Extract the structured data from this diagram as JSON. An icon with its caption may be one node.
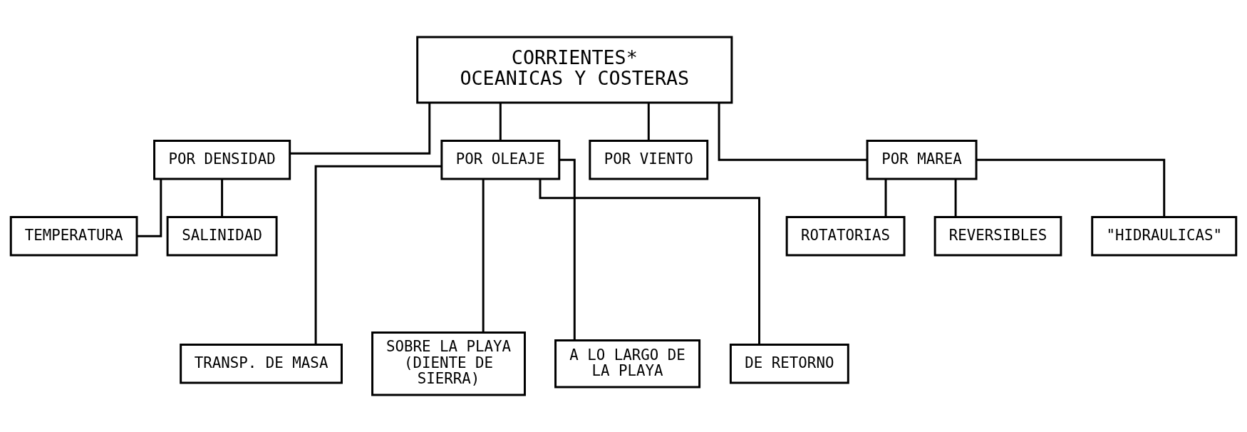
{
  "diagram": {
    "nodes": [
      {
        "text": [
          "CORRIENTES*",
          "OCEANICAS Y COSTERAS"
        ]
      },
      {
        "text": [
          "POR DENSIDAD"
        ]
      },
      {
        "text": [
          "POR OLEAJE"
        ]
      },
      {
        "text": [
          "POR VIENTO"
        ]
      },
      {
        "text": [
          "POR MAREA"
        ]
      },
      {
        "text": [
          "TEMPERATURA"
        ]
      },
      {
        "text": [
          "SALINIDAD"
        ]
      },
      {
        "text": [
          "ROTATORIAS"
        ]
      },
      {
        "text": [
          "REVERSIBLES"
        ]
      },
      {
        "text": [
          "\"HIDRAULICAS\""
        ]
      },
      {
        "text": [
          "TRANSP. DE MASA"
        ]
      },
      {
        "text": [
          "SOBRE LA PLAYA (DIENTE DE SIERRA)"
        ]
      },
      {
        "text": [
          "A LO LARGO DE LA PLAYA"
        ]
      },
      {
        "text": [
          "DE RETORNO"
        ]
      }
    ],
    "edges": [
      {
        "from": 0,
        "to": 1,
        "arrow": "none"
      },
      {
        "from": 0,
        "to": 2,
        "arrow": "none"
      },
      {
        "from": 0,
        "to": 3,
        "arrow": "none"
      },
      {
        "from": 0,
        "to": 4,
        "arrow": "none"
      },
      {
        "from": 1,
        "to": 5,
        "arrow": "none"
      },
      {
        "from": 1,
        "to": 6,
        "arrow": "none"
      },
      {
        "from": 4,
        "to": 7,
        "arrow": "none"
      },
      {
        "from": 4,
        "to": 8,
        "arrow": "none"
      },
      {
        "from": 4,
        "to": 9,
        "arrow": "none"
      },
      {
        "from": 2,
        "to": 10,
        "arrow": "none"
      },
      {
        "from": 2,
        "to": 11,
        "arrow": "none"
      },
      {
        "from": 2,
        "to": 12,
        "arrow": "none"
      },
      {
        "from": 2,
        "to": 13,
        "arrow": "none"
      }
    ]
  }
}
